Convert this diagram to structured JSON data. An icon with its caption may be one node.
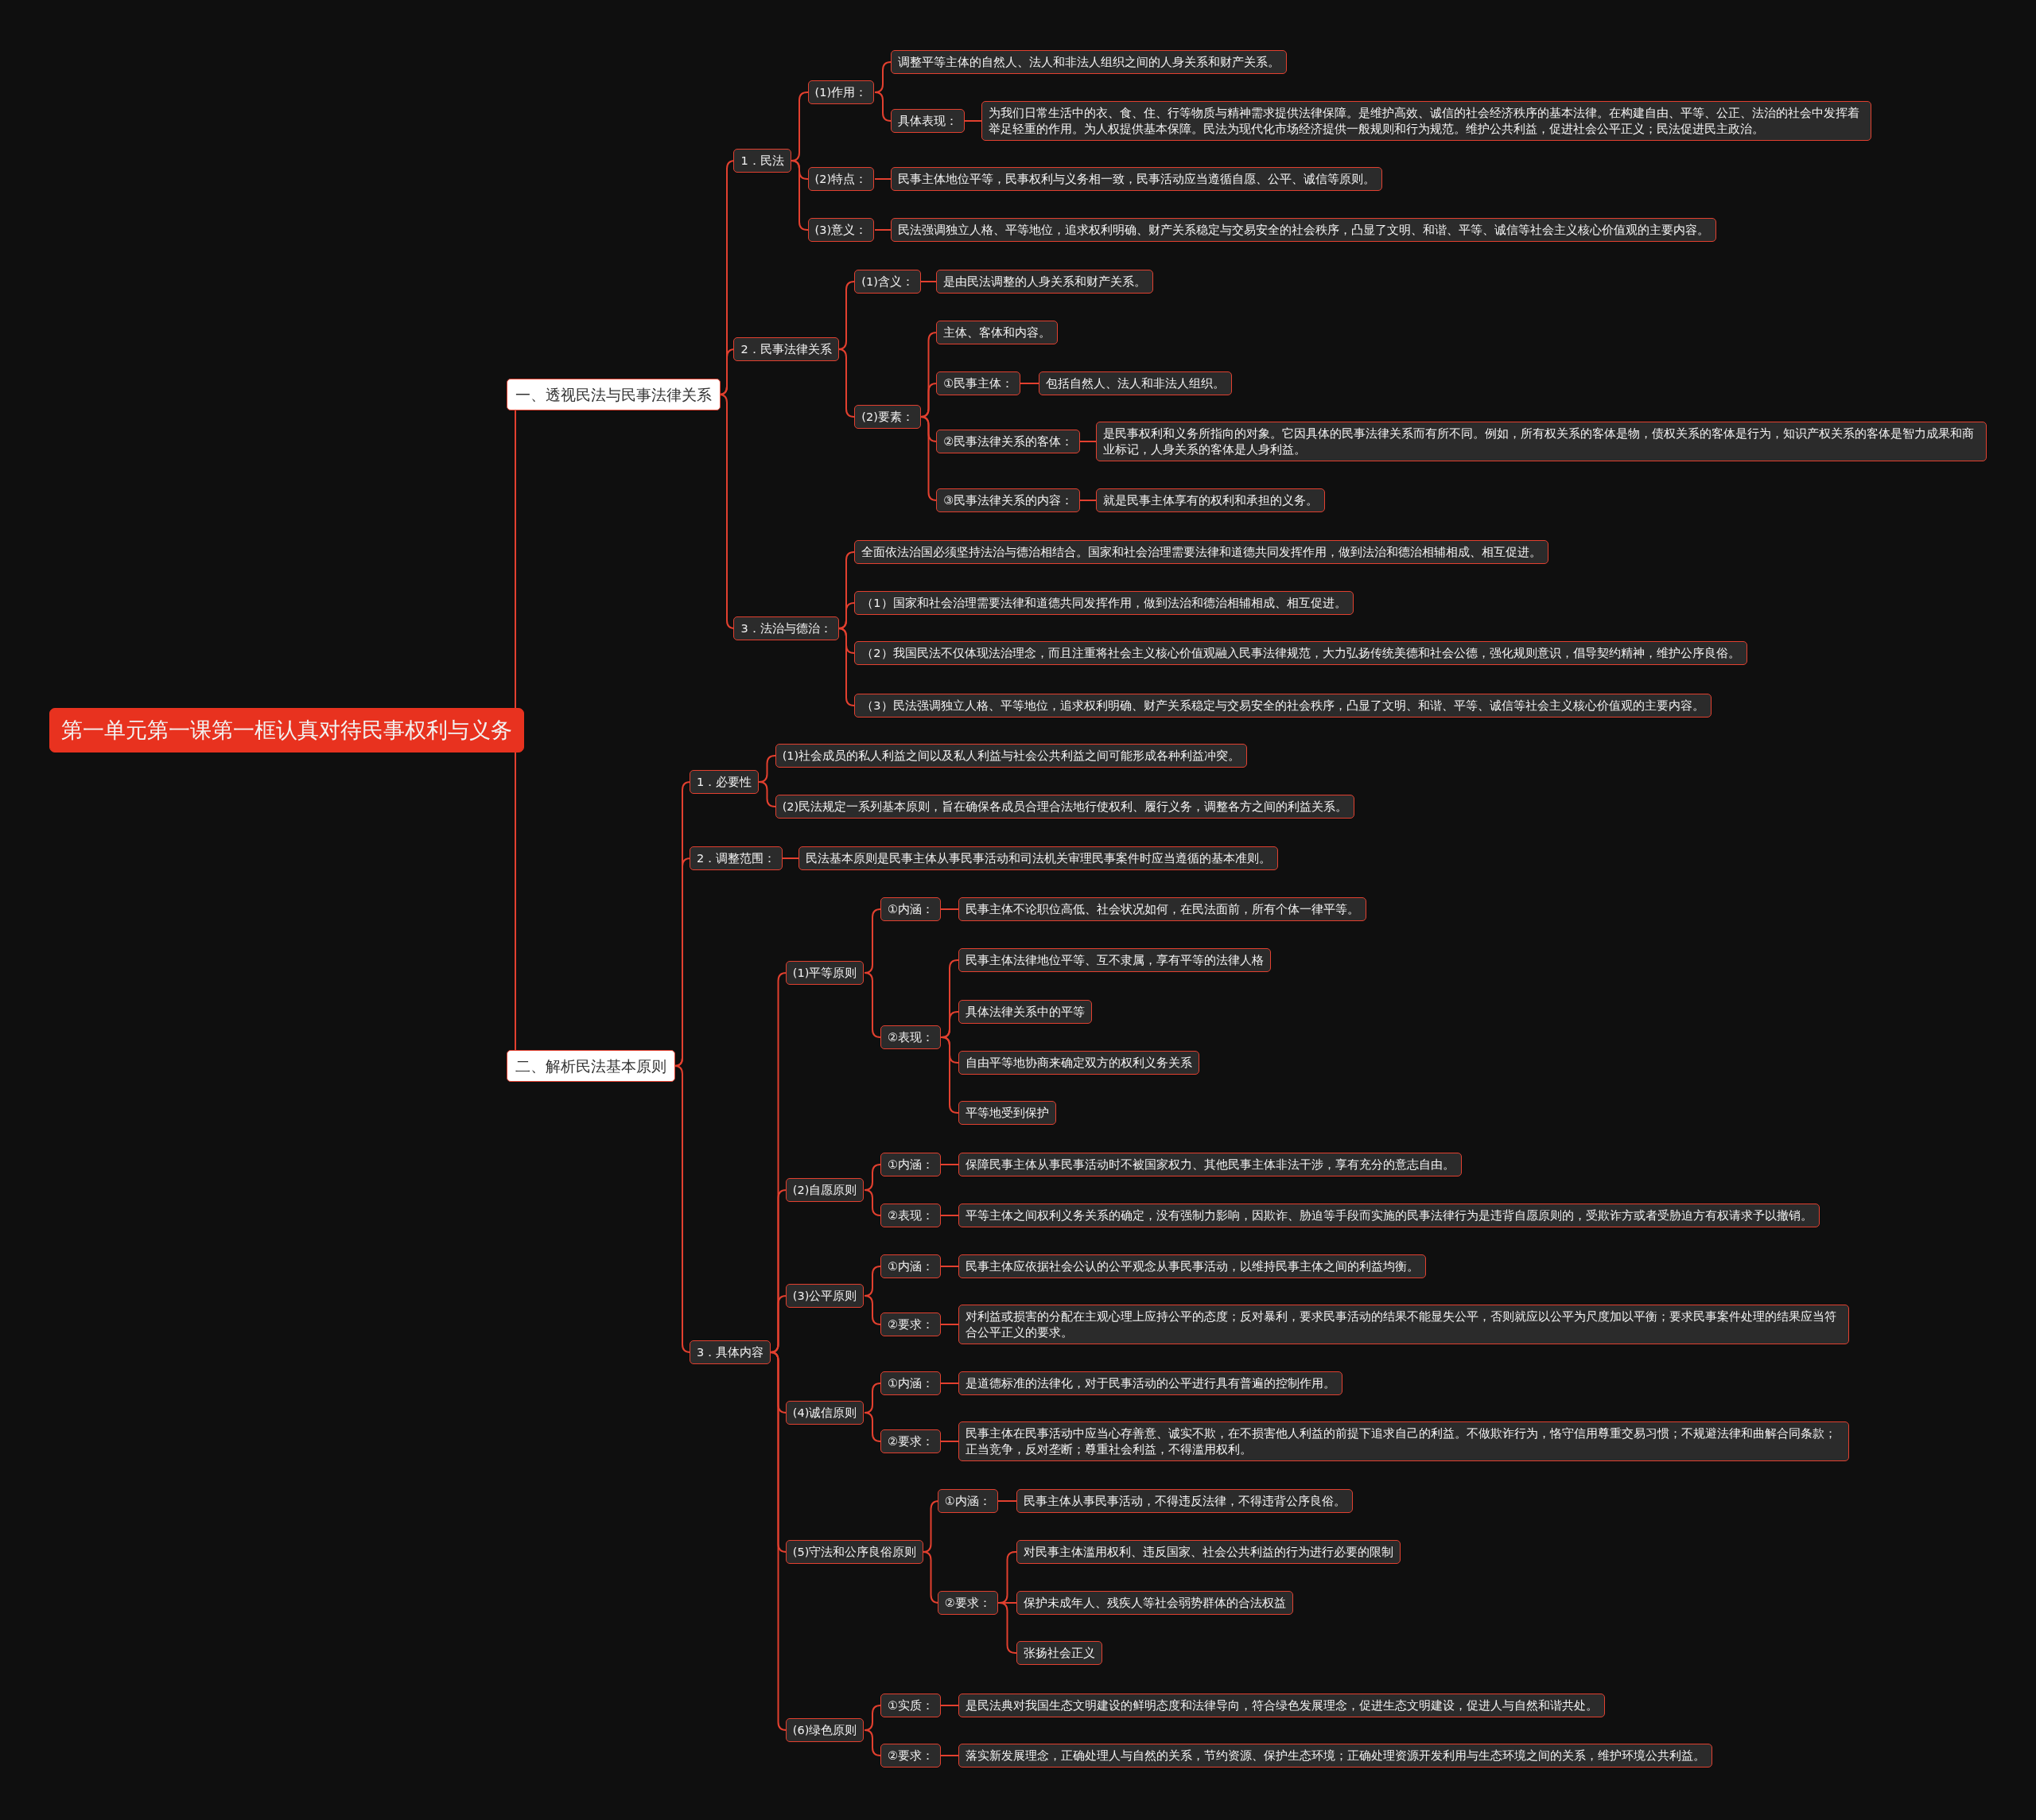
{
  "diagram": {
    "nodes": [
      {
        "text": [
          "第一单元第一课第一框认真对待民事权利与义务"
        ]
      },
      {
        "text": [
          "一、透视民法与民事法律关系"
        ]
      },
      {
        "text": [
          "1．民法"
        ]
      },
      {
        "text": [
          "(1)作用："
        ]
      },
      {
        "text": [
          "调整平等主体的自然人、法人和非法人组织之间的人身关系和财产关系。"
        ]
      },
      {
        "text": [
          "具体表现："
        ]
      },
      {
        "text": [
          "为我们日常生活中的衣、食、住、行等物质与精神需求提供法律保障。是维护高效、诚信的社会经济秩序的基本法律。在构建自由、平等、公正、法治的社会中发挥着举足轻重的作用。为人权提供基本保障。民法为现代化市场经济提供一般规则和行为规范。维护公共利益，促进社会公平正义；民法促进民主政治。"
        ]
      },
      {
        "text": [
          "(2)特点："
        ]
      },
      {
        "text": [
          "民事主体地位平等，民事权利与义务相一致，民事活动应当遵循自愿、公平、诚信等原则。"
        ]
      },
      {
        "text": [
          "(3)意义："
        ]
      },
      {
        "text": [
          "民法强调独立人格、平等地位，追求权利明确、财产关系稳定与交易安全的社会秩序，凸显了文明、和谐、平等、诚信等社会主义核心价值观的主要内容。"
        ]
      },
      {
        "text": [
          "2．民事法律关系"
        ]
      },
      {
        "text": [
          "(1)含义："
        ]
      },
      {
        "text": [
          "是由民法调整的人身关系和财产关系。"
        ]
      },
      {
        "text": [
          "(2)要素："
        ]
      },
      {
        "text": [
          "主体、客体和内容。"
        ]
      },
      {
        "text": [
          "①民事主体："
        ]
      },
      {
        "text": [
          "包括自然人、法人和非法人组织。"
        ]
      },
      {
        "text": [
          "②民事法律关系的客体："
        ]
      },
      {
        "text": [
          "是民事权利和义务所指向的对象。它因具体的民事法律关系而有所不同。例如，所有权关系的客体是物，债权关系的客体是行为，知识产权关系的客体是智力成果和商业标记，人身关系的客体是人身利益。"
        ]
      },
      {
        "text": [
          "③民事法律关系的内容："
        ]
      },
      {
        "text": [
          "就是民事主体享有的权利和承担的义务。"
        ]
      },
      {
        "text": [
          "3．法治与德治："
        ]
      },
      {
        "text": [
          "全面依法治国必须坚持法治与德治相结合。国家和社会治理需要法律和道德共同发挥作用，做到法治和德治相辅相成、相互促进。"
        ]
      },
      {
        "text": [
          "（1）国家和社会治理需要法律和道德共同发挥作用，做到法治和德治相辅相成、相互促进。"
        ]
      },
      {
        "text": [
          "（2）我国民法不仅体现法治理念，而且注重将社会主义核心价值观融入民事法律规范，大力弘扬传统美德和社会公德，强化规则意识，倡导契约精神，维护公序良俗。"
        ]
      },
      {
        "text": [
          "（3）民法强调独立人格、平等地位，追求权利明确、财产关系稳定与交易安全的社会秩序，凸显了文明、和谐、平等、诚信等社会主义核心价值观的主要内容。"
        ]
      },
      {
        "text": [
          "二、解析民法基本原则"
        ]
      },
      {
        "text": [
          "1．必要性"
        ]
      },
      {
        "text": [
          "(1)社会成员的私人利益之间以及私人利益与社会公共利益之间可能形成各种利益冲突。"
        ]
      },
      {
        "text": [
          "(2)民法规定一系列基本原则，旨在确保各成员合理合法地行使权利、履行义务，调整各方之间的利益关系。"
        ]
      },
      {
        "text": [
          "2．调整范围："
        ]
      },
      {
        "text": [
          "民法基本原则是民事主体从事民事活动和司法机关审理民事案件时应当遵循的基本准则。"
        ]
      },
      {
        "text": [
          "3．具体内容"
        ]
      },
      {
        "text": [
          "(1)平等原则"
        ]
      },
      {
        "text": [
          "①内涵："
        ]
      },
      {
        "text": [
          "民事主体不论职位高低、社会状况如何，在民法面前，所有个体一律平等。"
        ]
      },
      {
        "text": [
          "②表现："
        ]
      },
      {
        "text": [
          "民事主体法律地位平等、互不隶属，享有平等的法律人格"
        ]
      },
      {
        "text": [
          "具体法律关系中的平等"
        ]
      },
      {
        "text": [
          "自由平等地协商来确定双方的权利义务关系"
        ]
      },
      {
        "text": [
          "平等地受到保护"
        ]
      },
      {
        "text": [
          "(2)自愿原则"
        ]
      },
      {
        "text": [
          "①内涵："
        ]
      },
      {
        "text": [
          "保障民事主体从事民事活动时不被国家权力、其他民事主体非法干涉，享有充分的意志自由。"
        ]
      },
      {
        "text": [
          "②表现："
        ]
      },
      {
        "text": [
          "平等主体之间权利义务关系的确定，没有强制力影响，因欺诈、胁迫等手段而实施的民事法律行为是违背自愿原则的，受欺诈方或者受胁迫方有权请求予以撤销。"
        ]
      },
      {
        "text": [
          "(3)公平原则"
        ]
      },
      {
        "text": [
          "①内涵："
        ]
      },
      {
        "text": [
          "民事主体应依据社会公认的公平观念从事民事活动，以维持民事主体之间的利益均衡。"
        ]
      },
      {
        "text": [
          "②要求："
        ]
      },
      {
        "text": [
          "对利益或损害的分配在主观心理上应持公平的态度；反对暴利，要求民事活动的结果不能显失公平，否则就应以公平为尺度加以平衡；要求民事案件处理的结果应当符合公平正义的要求。"
        ]
      },
      {
        "text": [
          "(4)诚信原则"
        ]
      },
      {
        "text": [
          "①内涵："
        ]
      },
      {
        "text": [
          "是道德标准的法律化，对于民事活动的公平进行具有普遍的控制作用。"
        ]
      },
      {
        "text": [
          "②要求："
        ]
      },
      {
        "text": [
          "民事主体在民事活动中应当心存善意、诚实不欺，在不损害他人利益的前提下追求自己的利益。不做欺诈行为，恪守信用尊重交易习惯；不规避法律和曲解合同条款；正当竞争，反对垄断；尊重社会利益，不得滥用权利。"
        ]
      },
      {
        "text": [
          "(5)守法和公序良俗原则"
        ]
      },
      {
        "text": [
          "①内涵："
        ]
      },
      {
        "text": [
          "民事主体从事民事活动，不得违反法律，不得违背公序良俗。"
        ]
      },
      {
        "text": [
          "②要求："
        ]
      },
      {
        "text": [
          "对民事主体滥用权利、违反国家、社会公共利益的行为进行必要的限制"
        ]
      },
      {
        "text": [
          "保护未成年人、残疾人等社会弱势群体的合法权益"
        ]
      },
      {
        "text": [
          "张扬社会正义"
        ]
      },
      {
        "text": [
          "(6)绿色原则"
        ]
      },
      {
        "text": [
          "①实质："
        ]
      },
      {
        "text": [
          "是民法典对我国生态文明建设的鲜明态度和法律导向，符合绿色发展理念，促进生态文明建设，促进人与自然和谐共处。"
        ]
      },
      {
        "text": [
          "②要求："
        ]
      },
      {
        "text": [
          "落实新发展理念，正确处理人与自然的关系，节约资源、保护生态环境；正确处理资源开发利用与生态环境之间的关系，维护环境公共利益。"
        ]
      }
    ],
    "edges": [
      {
        "from": 0,
        "to": 1,
        "arrow": "none"
      },
      {
        "from": 1,
        "to": 2,
        "arrow": "none"
      },
      {
        "from": 2,
        "to": 3,
        "arrow": "none"
      },
      {
        "from": 3,
        "to": 4,
        "arrow": "none"
      },
      {
        "from": 3,
        "to": 5,
        "arrow": "none"
      },
      {
        "from": 5,
        "to": 6,
        "arrow": "none"
      },
      {
        "from": 2,
        "to": 7,
        "arrow": "none"
      },
      {
        "from": 7,
        "to": 8,
        "arrow": "none"
      },
      {
        "from": 2,
        "to": 9,
        "arrow": "none"
      },
      {
        "from": 9,
        "to": 10,
        "arrow": "none"
      },
      {
        "from": 1,
        "to": 11,
        "arrow": "none"
      },
      {
        "from": 11,
        "to": 12,
        "arrow": "none"
      },
      {
        "from": 12,
        "to": 13,
        "arrow": "none"
      },
      {
        "from": 11,
        "to": 14,
        "arrow": "none"
      },
      {
        "from": 14,
        "to": 15,
        "arrow": "none"
      },
      {
        "from": 14,
        "to": 16,
        "arrow": "none"
      },
      {
        "from": 16,
        "to": 17,
        "arrow": "none"
      },
      {
        "from": 14,
        "to": 18,
        "arrow": "none"
      },
      {
        "from": 18,
        "to": 19,
        "arrow": "none"
      },
      {
        "from": 14,
        "to": 20,
        "arrow": "none"
      },
      {
        "from": 20,
        "to": 21,
        "arrow": "none"
      },
      {
        "from": 1,
        "to": 22,
        "arrow": "none"
      },
      {
        "from": 22,
        "to": 23,
        "arrow": "none"
      },
      {
        "from": 22,
        "to": 24,
        "arrow": "none"
      },
      {
        "from": 22,
        "to": 25,
        "arrow": "none"
      },
      {
        "from": 22,
        "to": 26,
        "arrow": "none"
      },
      {
        "from": 0,
        "to": 27,
        "arrow": "none"
      },
      {
        "from": 27,
        "to": 28,
        "arrow": "none"
      },
      {
        "from": 28,
        "to": 29,
        "arrow": "none"
      },
      {
        "from": 28,
        "to": 30,
        "arrow": "none"
      },
      {
        "from": 27,
        "to": 31,
        "arrow": "none"
      },
      {
        "from": 31,
        "to": 32,
        "arrow": "none"
      },
      {
        "from": 27,
        "to": 33,
        "arrow": "none"
      },
      {
        "from": 33,
        "to": 34,
        "arrow": "none"
      },
      {
        "from": 34,
        "to": 35,
        "arrow": "none"
      },
      {
        "from": 35,
        "to": 36,
        "arrow": "none"
      },
      {
        "from": 34,
        "to": 37,
        "arrow": "none"
      },
      {
        "from": 37,
        "to": 38,
        "arrow": "none"
      },
      {
        "from": 37,
        "to": 39,
        "arrow": "none"
      },
      {
        "from": 37,
        "to": 40,
        "arrow": "none"
      },
      {
        "from": 37,
        "to": 41,
        "arrow": "none"
      },
      {
        "from": 33,
        "to": 42,
        "arrow": "none"
      },
      {
        "from": 42,
        "to": 43,
        "arrow": "none"
      },
      {
        "from": 43,
        "to": 44,
        "arrow": "none"
      },
      {
        "from": 42,
        "to": 45,
        "arrow": "none"
      },
      {
        "from": 45,
        "to": 46,
        "arrow": "none"
      },
      {
        "from": 33,
        "to": 47,
        "arrow": "none"
      },
      {
        "from": 47,
        "to": 48,
        "arrow": "none"
      },
      {
        "from": 48,
        "to": 49,
        "arrow": "none"
      },
      {
        "from": 47,
        "to": 50,
        "arrow": "none"
      },
      {
        "from": 50,
        "to": 51,
        "arrow": "none"
      },
      {
        "from": 33,
        "to": 52,
        "arrow": "none"
      },
      {
        "from": 52,
        "to": 53,
        "arrow": "none"
      },
      {
        "from": 53,
        "to": 54,
        "arrow": "none"
      },
      {
        "from": 52,
        "to": 55,
        "arrow": "none"
      },
      {
        "from": 55,
        "to": 56,
        "arrow": "none"
      },
      {
        "from": 33,
        "to": 57,
        "arrow": "none"
      },
      {
        "from": 57,
        "to": 58,
        "arrow": "none"
      },
      {
        "from": 58,
        "to": 59,
        "arrow": "none"
      },
      {
        "from": 57,
        "to": 60,
        "arrow": "none"
      },
      {
        "from": 60,
        "to": 61,
        "arrow": "none"
      },
      {
        "from": 60,
        "to": 62,
        "arrow": "none"
      },
      {
        "from": 60,
        "to": 63,
        "arrow": "none"
      },
      {
        "from": 33,
        "to": 64,
        "arrow": "none"
      },
      {
        "from": 64,
        "to": 65,
        "arrow": "none"
      },
      {
        "from": 65,
        "to": 66,
        "arrow": "none"
      },
      {
        "from": 64,
        "to": 67,
        "arrow": "none"
      },
      {
        "from": 67,
        "to": 68,
        "arrow": "none"
      }
    ]
  }
}
